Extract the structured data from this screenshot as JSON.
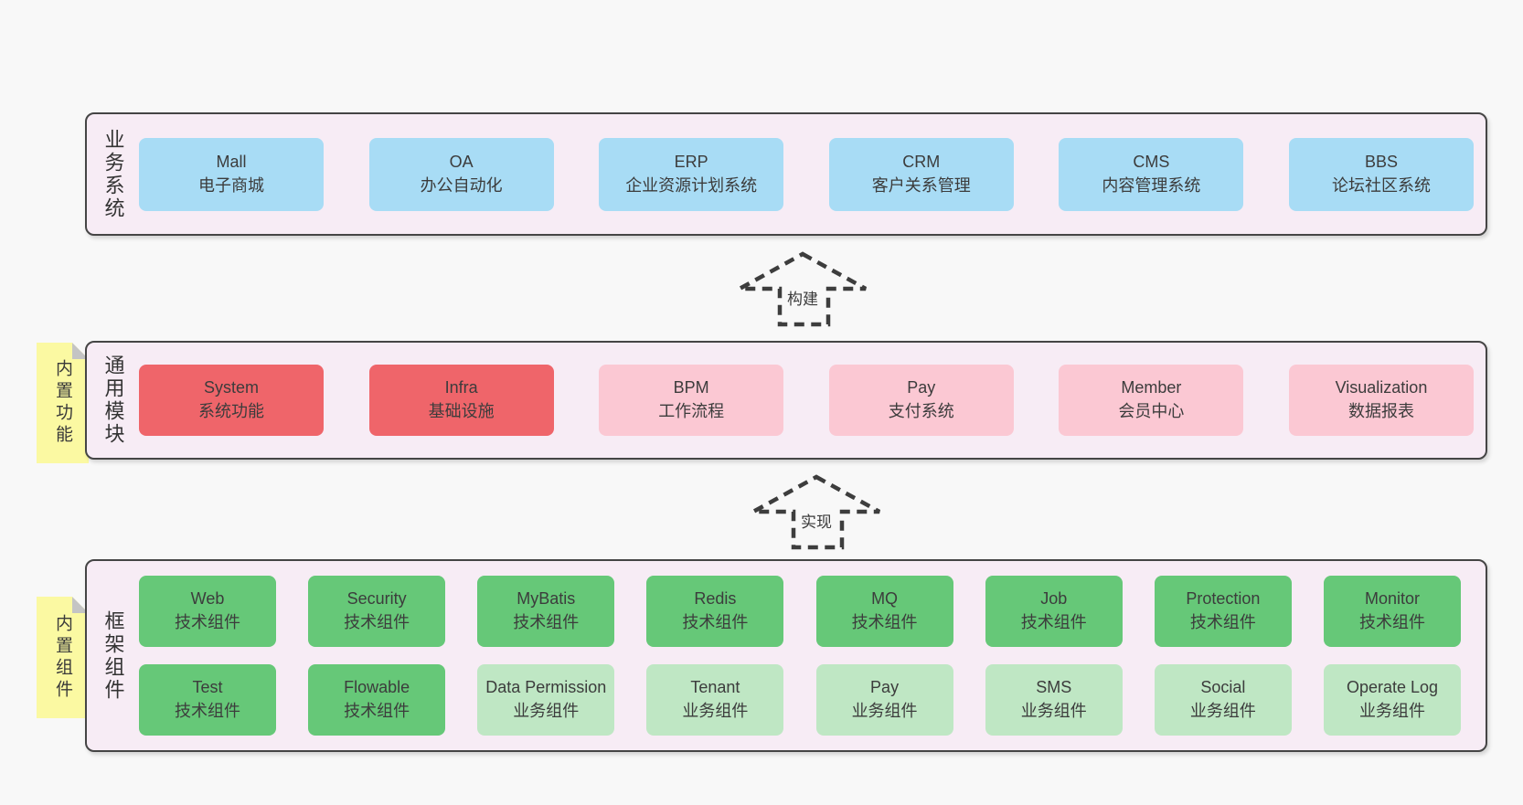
{
  "colors": {
    "background": "#f8f8f8",
    "container_fill": "#f7ecf5",
    "container_border": "#454545",
    "text": "#3c3c3c",
    "dash": "#3d3d3d",
    "blue": "#a8dcf5",
    "red": "#ef656a",
    "pink": "#fbc8d3",
    "green": "#66c878",
    "green_light": "#bfe7c4",
    "sticky": "#fbf9a2",
    "sticky_fold": "#c4c4c4"
  },
  "layers": {
    "business": {
      "label": "业务系统",
      "boxes": [
        {
          "title": "Mall",
          "subtitle": "电子商城",
          "variant": "blue"
        },
        {
          "title": "OA",
          "subtitle": "办公自动化",
          "variant": "blue"
        },
        {
          "title": "ERP",
          "subtitle": "企业资源计划系统",
          "variant": "blue"
        },
        {
          "title": "CRM",
          "subtitle": "客户关系管理",
          "variant": "blue"
        },
        {
          "title": "CMS",
          "subtitle": "内容管理系统",
          "variant": "blue"
        },
        {
          "title": "BBS",
          "subtitle": "论坛社区系统",
          "variant": "blue"
        }
      ]
    },
    "modules": {
      "label": "通用模块",
      "sticky": "内置功能",
      "boxes": [
        {
          "title": "System",
          "subtitle": "系统功能",
          "variant": "red"
        },
        {
          "title": "Infra",
          "subtitle": "基础设施",
          "variant": "red"
        },
        {
          "title": "BPM",
          "subtitle": "工作流程",
          "variant": "pink"
        },
        {
          "title": "Pay",
          "subtitle": "支付系统",
          "variant": "pink"
        },
        {
          "title": "Member",
          "subtitle": "会员中心",
          "variant": "pink"
        },
        {
          "title": "Visualization",
          "subtitle": "数据报表",
          "variant": "pink"
        }
      ]
    },
    "components": {
      "label": "框架组件",
      "sticky": "内置组件",
      "rows": [
        [
          {
            "title": "Web",
            "subtitle": "技术组件",
            "variant": "green"
          },
          {
            "title": "Security",
            "subtitle": "技术组件",
            "variant": "green"
          },
          {
            "title": "MyBatis",
            "subtitle": "技术组件",
            "variant": "green"
          },
          {
            "title": "Redis",
            "subtitle": "技术组件",
            "variant": "green"
          },
          {
            "title": "MQ",
            "subtitle": "技术组件",
            "variant": "green"
          },
          {
            "title": "Job",
            "subtitle": "技术组件",
            "variant": "green"
          },
          {
            "title": "Protection",
            "subtitle": "技术组件",
            "variant": "green"
          },
          {
            "title": "Monitor",
            "subtitle": "技术组件",
            "variant": "green"
          }
        ],
        [
          {
            "title": "Test",
            "subtitle": "技术组件",
            "variant": "green"
          },
          {
            "title": "Flowable",
            "subtitle": "技术组件",
            "variant": "green"
          },
          {
            "title": "Data Permission",
            "subtitle": "业务组件",
            "variant": "green-light"
          },
          {
            "title": "Tenant",
            "subtitle": "业务组件",
            "variant": "green-light"
          },
          {
            "title": "Pay",
            "subtitle": "业务组件",
            "variant": "green-light"
          },
          {
            "title": "SMS",
            "subtitle": "业务组件",
            "variant": "green-light"
          },
          {
            "title": "Social",
            "subtitle": "业务组件",
            "variant": "green-light"
          },
          {
            "title": "Operate Log",
            "subtitle": "业务组件",
            "variant": "green-light"
          }
        ]
      ]
    }
  },
  "arrows": [
    {
      "label": "构建"
    },
    {
      "label": "实现"
    }
  ]
}
